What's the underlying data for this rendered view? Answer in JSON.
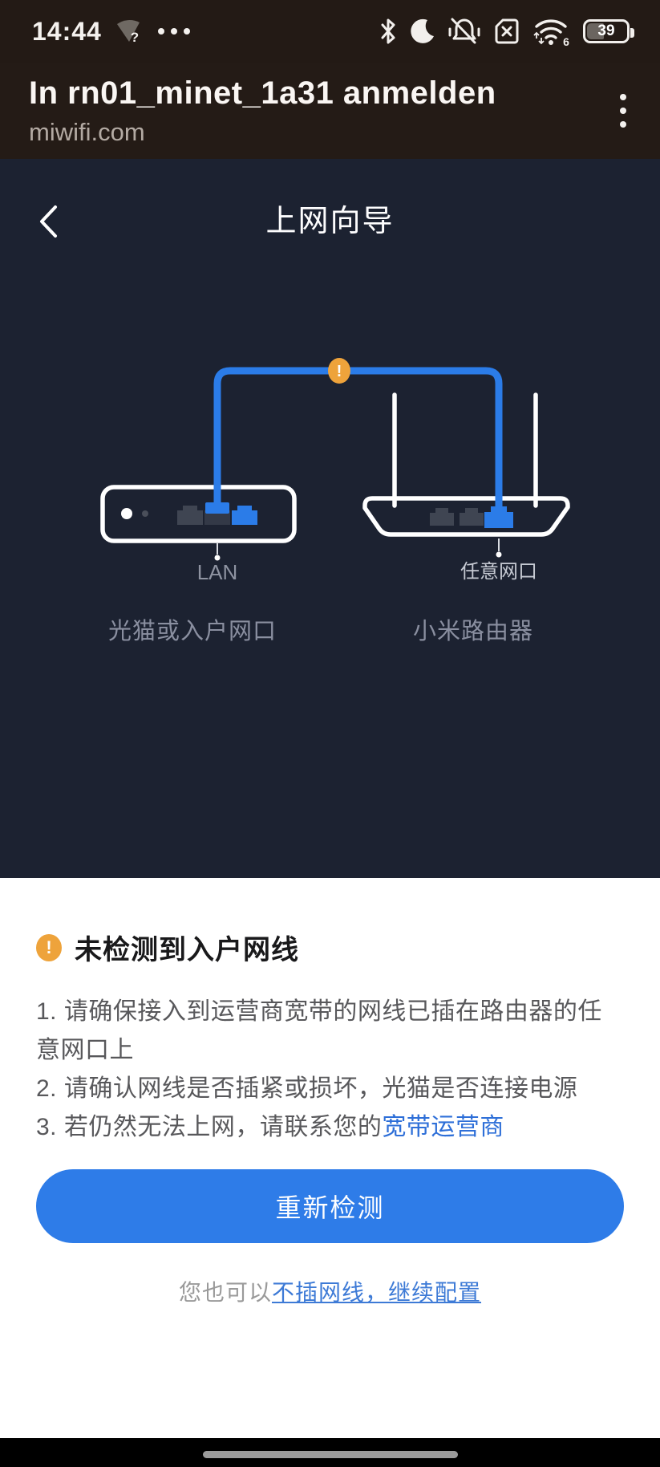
{
  "status_bar": {
    "time": "14:44",
    "wifi_question_mark": "?",
    "wifi_standard": "6",
    "battery_percent": "39",
    "left_icons": [
      "wifi-question-icon",
      "more-dots-icon"
    ],
    "right_icons": [
      "bluetooth-icon",
      "dnd-moon-icon",
      "ringer-off-vibrate-icon",
      "no-sim-icon",
      "wifi6-icon",
      "battery-icon"
    ]
  },
  "browser_header": {
    "title": "In rn01_minet_1a31 anmelden",
    "url": "miwifi.com"
  },
  "wizard": {
    "title": "上网向导"
  },
  "diagram": {
    "warning_mark": "!",
    "modem_port_label": "LAN",
    "router_port_label": "任意网口",
    "modem_label": "光猫或入户网口",
    "router_label": "小米路由器"
  },
  "alert": {
    "title": "未检测到入户网线",
    "item1": "1. 请确保接入到运营商宽带的网线已插在路由器的任意网口上",
    "item2": "2. 请确认网线是否插紧或损坏，光猫是否连接电源",
    "item3_prefix": "3. 若仍然无法上网，请联系您的",
    "item3_link": "宽带运营商",
    "retry_button": "重新检测",
    "footer_prefix": "您也可以",
    "footer_link": "不插网线，继续配置"
  },
  "colors": {
    "chrome_dark": "#241b16",
    "page_dark": "#1c2231",
    "accent_blue": "#2e7ce8",
    "cable_blue": "#2b7ce8",
    "warning_orange": "#eea33b",
    "link_blue": "#2e6fd8",
    "footer_link_blue": "#3d7ad6"
  }
}
